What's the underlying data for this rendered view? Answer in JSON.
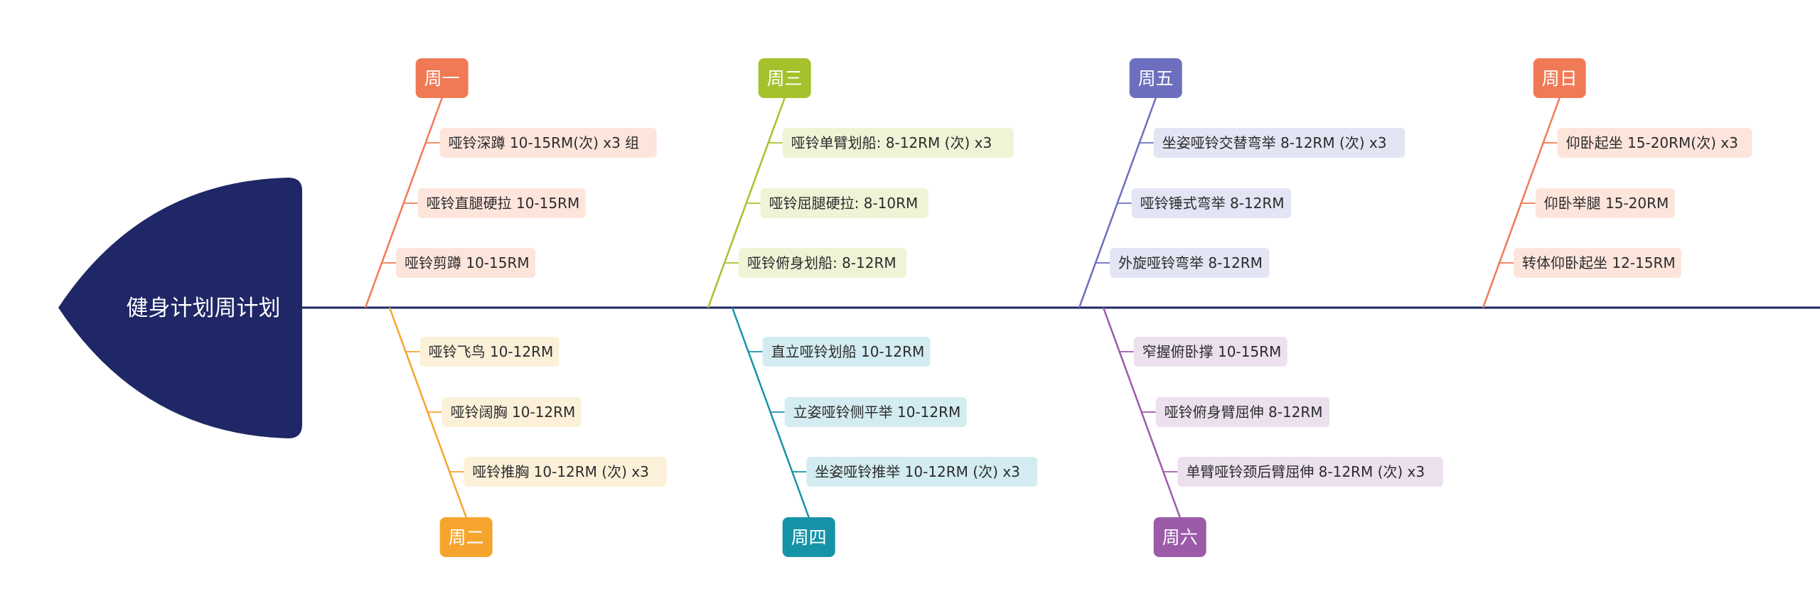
{
  "central_topic": "健身计划周计划",
  "colors": {
    "spine": "#1f2766",
    "head": "#1f2766"
  },
  "branches": [
    {
      "day": "周一",
      "color": "#f07a55",
      "item_bg": "#fde5dc",
      "items": [
        "哑铃深蹲 10-15RM(次) x3 组",
        "哑铃直腿硬拉 10-15RM",
        "哑铃剪蹲 10-15RM"
      ]
    },
    {
      "day": "周二",
      "color": "#f5a52e",
      "item_bg": "#fdf0d9",
      "items": [
        "哑铃飞鸟 10-12RM",
        "哑铃阔胸 10-12RM",
        "哑铃推胸 10-12RM (次) x3"
      ]
    },
    {
      "day": "周三",
      "color": "#a5c22c",
      "item_bg": "#eef4d6",
      "items": [
        "哑铃单臂划船: 8-12RM (次) x3",
        "哑铃屈腿硬拉: 8-10RM",
        "哑铃俯身划船: 8-12RM"
      ]
    },
    {
      "day": "周四",
      "color": "#1793a8",
      "item_bg": "#d3ecf1",
      "items": [
        "直立哑铃划船 10-12RM",
        "立姿哑铃侧平举 10-12RM",
        "坐姿哑铃推举 10-12RM (次) x3"
      ]
    },
    {
      "day": "周五",
      "color": "#6b6fbd",
      "item_bg": "#e3e4f4",
      "items": [
        "坐姿哑铃交替弯举 8-12RM (次) x3",
        "哑铃锤式弯举 8-12RM",
        "外旋哑铃弯举 8-12RM"
      ]
    },
    {
      "day": "周六",
      "color": "#9c5ba8",
      "item_bg": "#ece0ef",
      "items": [
        "窄握俯卧撑 10-15RM",
        "哑铃俯身臂屈伸 8-12RM",
        "单臂哑铃颈后臂屈伸 8-12RM (次) x3"
      ]
    },
    {
      "day": "周日",
      "color": "#f07a55",
      "item_bg": "#fde5dc",
      "items": [
        "仰卧起坐 15-20RM(次) x3",
        "仰卧举腿 15-20RM",
        "转体仰卧起坐 12-15RM"
      ]
    }
  ]
}
